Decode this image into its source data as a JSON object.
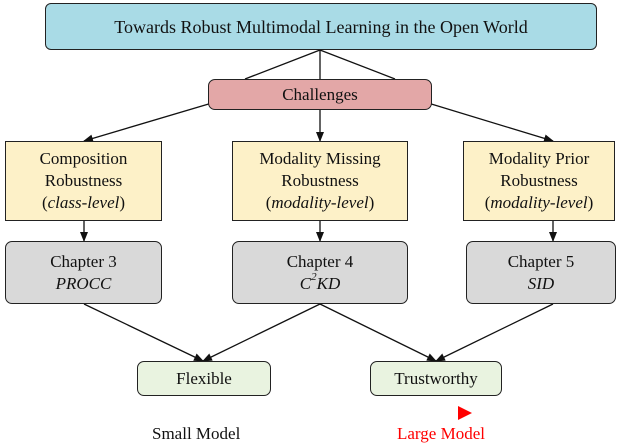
{
  "title": "Towards Robust Multimodal Learning in the Open World",
  "challenges": "Challenges",
  "robustness": [
    {
      "line1": "Composition",
      "line2": "Robustness",
      "level": "class-level"
    },
    {
      "line1": "Modality Missing",
      "line2": "Robustness",
      "level": "modality-level"
    },
    {
      "line1": "Modality Prior",
      "line2": "Robustness",
      "level": "modality-level"
    }
  ],
  "chapters": [
    {
      "chapter": "Chapter 3",
      "method": "PROCC"
    },
    {
      "chapter": "Chapter 4",
      "method_base": "C",
      "method_sup": "2",
      "method_rest": "KD"
    },
    {
      "chapter": "Chapter 5",
      "method": "SID"
    }
  ],
  "outcomes": {
    "flexible": "Flexible",
    "trustworthy": "Trustworthy"
  },
  "scale": {
    "small": "Small Model",
    "large": "Large Model",
    "arrow_start_color": "#000000",
    "arrow_end_color": "#ff0000"
  },
  "colors": {
    "title_fill": "#a9dbe6",
    "challenge_fill": "#e3a7a7",
    "robustness_fill": "#fdf1c8",
    "chapter_fill": "#d9d9d9",
    "outcome_fill": "#e9f3e0"
  }
}
